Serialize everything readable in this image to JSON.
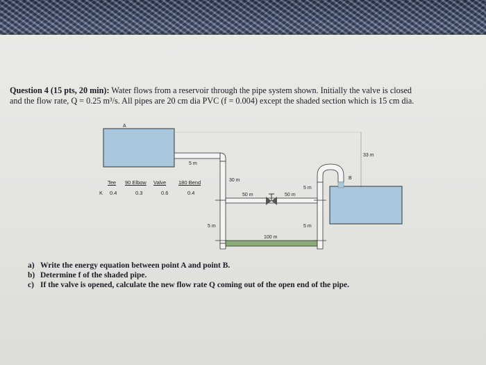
{
  "question": {
    "header": "Question 4 (15 pts, 20 min):",
    "line1": "Water flows from a reservoir through the pipe system shown. Initially the valve is closed",
    "line2": "and the flow rate, Q = 0.25 m³/s. All pipes are 20 cm dia PVC (f = 0.004) except the shaded section which is 15 cm dia."
  },
  "diagram": {
    "point_a": "A",
    "point_b": "B",
    "elevation_label": "33 m",
    "lengths": {
      "top_pipe": "5 m",
      "vertical_left": "30 m",
      "riser_right": "5 m",
      "mid_left": "50 m",
      "mid_right": "50 m",
      "drop_left": "5 m",
      "drop_right": "5 m",
      "bottom_shaded": "100 m"
    },
    "k_table": {
      "row_label": "K",
      "headers": [
        "Tee",
        "90 Elbow",
        "Valve",
        "180 Bend"
      ],
      "values": [
        "0.4",
        "0.3",
        "0.6",
        "0.4"
      ]
    },
    "colors": {
      "water": "#a9c8de",
      "pipe": "#f4f4f4",
      "shaded_pipe": "#8aab78",
      "outline": "#333333"
    }
  },
  "parts": [
    {
      "label": "a)",
      "text": "Write the energy equation between point A and point B."
    },
    {
      "label": "b)",
      "text": "Determine f of the shaded pipe."
    },
    {
      "label": "c)",
      "text": "If the valve is opened, calculate the new flow rate Q coming out of the open end of the pipe."
    }
  ]
}
